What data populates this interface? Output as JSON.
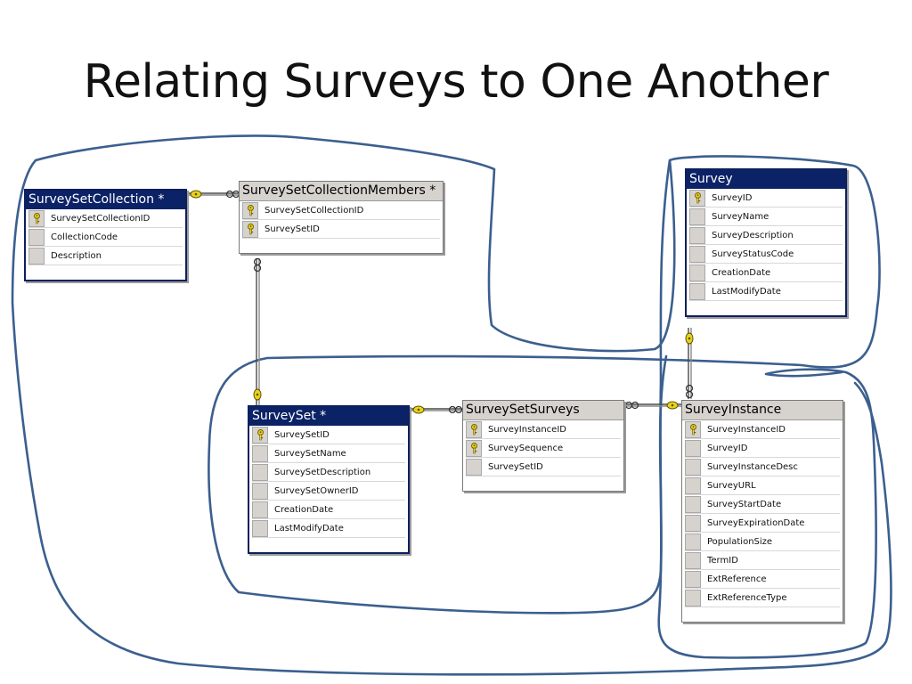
{
  "slide": {
    "title": "Relating Surveys to One Another"
  },
  "colors": {
    "selected_header": "#0c2266",
    "plain_header": "#d6d3ce",
    "hand_outline": "#3b5f8f",
    "key": "#e8d21c"
  },
  "tables": {
    "surveysetcollection": {
      "name": "SurveySetCollection *",
      "columns": [
        {
          "name": "SurveySetCollectionID",
          "key": true
        },
        {
          "name": "CollectionCode",
          "key": false
        },
        {
          "name": "Description",
          "key": false
        }
      ]
    },
    "surveysetcollectionmembers": {
      "name": "SurveySetCollectionMembers *",
      "columns": [
        {
          "name": "SurveySetCollectionID",
          "key": true
        },
        {
          "name": "SurveySetID",
          "key": true
        }
      ]
    },
    "survey": {
      "name": "Survey",
      "columns": [
        {
          "name": "SurveyID",
          "key": true
        },
        {
          "name": "SurveyName",
          "key": false
        },
        {
          "name": "SurveyDescription",
          "key": false
        },
        {
          "name": "SurveyStatusCode",
          "key": false
        },
        {
          "name": "CreationDate",
          "key": false
        },
        {
          "name": "LastModifyDate",
          "key": false
        }
      ]
    },
    "surveyset": {
      "name": "SurveySet *",
      "columns": [
        {
          "name": "SurveySetID",
          "key": true
        },
        {
          "name": "SurveySetName",
          "key": false
        },
        {
          "name": "SurveySetDescription",
          "key": false
        },
        {
          "name": "SurveySetOwnerID",
          "key": false
        },
        {
          "name": "CreationDate",
          "key": false
        },
        {
          "name": "LastModifyDate",
          "key": false
        }
      ]
    },
    "surveysetsurveys": {
      "name": "SurveySetSurveys",
      "columns": [
        {
          "name": "SurveyInstanceID",
          "key": true
        },
        {
          "name": "SurveySequence",
          "key": true
        },
        {
          "name": "SurveySetID",
          "key": false
        }
      ]
    },
    "surveyinstance": {
      "name": "SurveyInstance",
      "columns": [
        {
          "name": "SurveyInstanceID",
          "key": true
        },
        {
          "name": "SurveyID",
          "key": false
        },
        {
          "name": "SurveyInstanceDesc",
          "key": false
        },
        {
          "name": "SurveyURL",
          "key": false
        },
        {
          "name": "SurveyStartDate",
          "key": false
        },
        {
          "name": "SurveyExpirationDate",
          "key": false
        },
        {
          "name": "PopulationSize",
          "key": false
        },
        {
          "name": "TermID",
          "key": false
        },
        {
          "name": "ExtReference",
          "key": false
        },
        {
          "name": "ExtReferenceType",
          "key": false
        }
      ]
    }
  }
}
